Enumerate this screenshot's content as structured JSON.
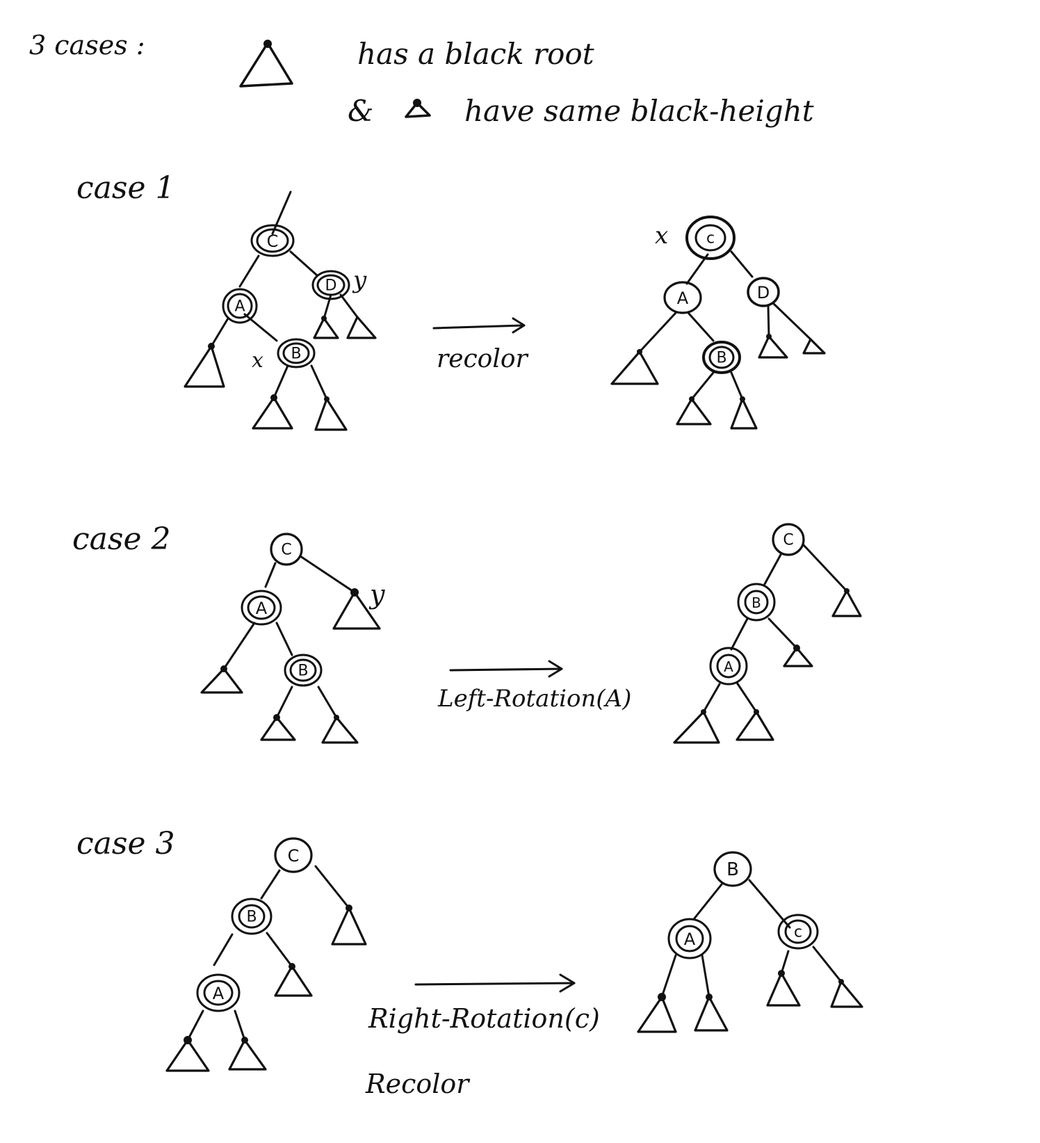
{
  "legend": {
    "count_label": "3 cases :",
    "line1": "has a black root",
    "line2_prefix": "&",
    "line2": "have same black-height"
  },
  "cases": [
    {
      "label": "case 1",
      "operation": [
        "recolor"
      ],
      "before": {
        "nodes": [
          {
            "id": "C",
            "label": "C",
            "ring": "double"
          },
          {
            "id": "D",
            "label": "D",
            "ring": "double",
            "tag": "y"
          },
          {
            "id": "A",
            "label": "A",
            "ring": "double"
          },
          {
            "id": "B",
            "label": "B",
            "ring": "double",
            "tag": "x"
          }
        ]
      },
      "after": {
        "nodes": [
          {
            "id": "C",
            "label": "c",
            "ring": "double",
            "tag": "x"
          },
          {
            "id": "A",
            "label": "A",
            "ring": "single"
          },
          {
            "id": "D",
            "label": "D",
            "ring": "single"
          },
          {
            "id": "B",
            "label": "B",
            "ring": "double"
          }
        ]
      }
    },
    {
      "label": "case 2",
      "operation": [
        "Left-Rotation(A)"
      ],
      "before": {
        "nodes": [
          {
            "id": "C",
            "label": "C",
            "ring": "single"
          },
          {
            "id": "A",
            "label": "A",
            "ring": "double"
          },
          {
            "id": "B",
            "label": "B",
            "ring": "double"
          },
          {
            "id": "y",
            "label": "",
            "ring": "none",
            "tag": "y"
          }
        ]
      },
      "after": {
        "nodes": [
          {
            "id": "C",
            "label": "C",
            "ring": "single"
          },
          {
            "id": "B",
            "label": "B",
            "ring": "double"
          },
          {
            "id": "A",
            "label": "A",
            "ring": "double"
          }
        ]
      }
    },
    {
      "label": "case 3",
      "operation": [
        "Right-Rotation(c)",
        "Recolor"
      ],
      "before": {
        "nodes": [
          {
            "id": "C",
            "label": "C",
            "ring": "single"
          },
          {
            "id": "B",
            "label": "B",
            "ring": "double"
          },
          {
            "id": "A",
            "label": "A",
            "ring": "double"
          }
        ]
      },
      "after": {
        "nodes": [
          {
            "id": "B",
            "label": "B",
            "ring": "single"
          },
          {
            "id": "A",
            "label": "A",
            "ring": "double"
          },
          {
            "id": "C",
            "label": "c",
            "ring": "double"
          }
        ]
      }
    }
  ]
}
